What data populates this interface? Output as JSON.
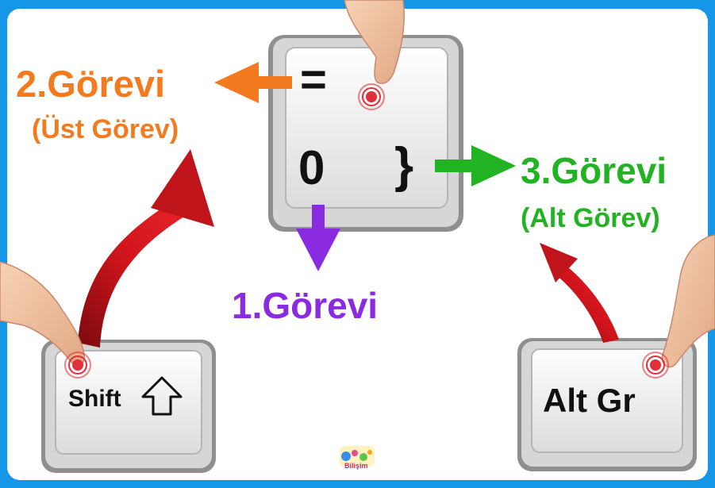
{
  "colors": {
    "frame": "#1596e6",
    "orange": "#f47a1f",
    "green": "#22b322",
    "purple": "#8a2be2",
    "red_arrow": "#c0141b",
    "key_face": "#ececec",
    "key_edge": "#9a9a9a"
  },
  "labels": {
    "task1": "1.Görevi",
    "task2": "2.Görevi",
    "task2_sub": "(Üst Görev)",
    "task3": "3.Görevi",
    "task3_sub": "(Alt Görev)"
  },
  "keys": {
    "main": {
      "top_left": "=",
      "bottom_left": "0",
      "bottom_right": "}"
    },
    "shift": {
      "label": "Shift",
      "icon": "shift-arrow-icon"
    },
    "altgr": {
      "label": "Alt Gr"
    }
  },
  "icons": [
    "pointing-hand-icon",
    "tap-ripple-icon",
    "shift-arrow-icon",
    "curved-arrow-icon",
    "straight-arrow-icon",
    "brand-logo-icon"
  ],
  "logo": {
    "text": "Bilişim"
  }
}
